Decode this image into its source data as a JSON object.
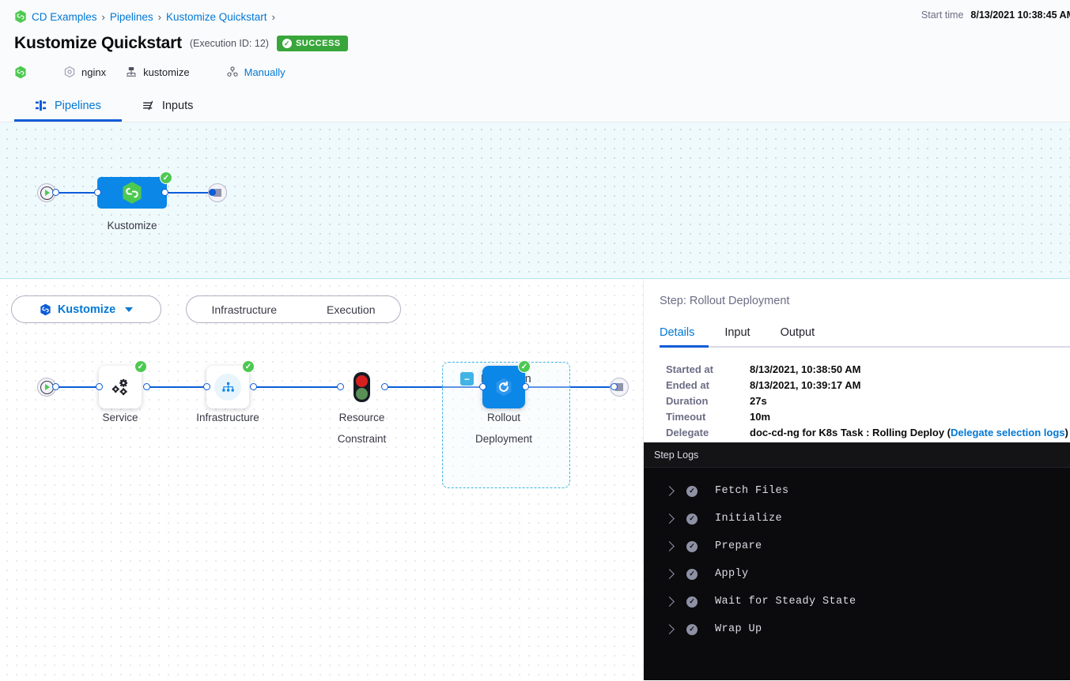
{
  "header": {
    "breadcrumb": {
      "logo_icon": "harness-hex-logo-icon",
      "items": [
        {
          "label": "CD Examples"
        },
        {
          "label": "Pipelines"
        },
        {
          "label": "Kustomize Quickstart"
        }
      ],
      "separator": "›"
    },
    "title": "Kustomize Quickstart",
    "execution_id": "(Execution ID: 12)",
    "status": {
      "label": "SUCCESS",
      "icon": "check-circle-icon",
      "color": "#38a63a",
      "check_glyph": "✓"
    },
    "meta": [
      {
        "icon": "harness-hex-logo-icon",
        "label": "",
        "link": false
      },
      {
        "icon": "service-hex-icon",
        "label": "nginx",
        "link": false
      },
      {
        "icon": "kustomize-icon",
        "label": "kustomize",
        "link": false
      },
      {
        "icon": "trigger-manually-icon",
        "label": "Manually",
        "link": true
      }
    ],
    "start_time": {
      "label": "Start time",
      "value": "8/13/2021 10:38:45 AM"
    },
    "tabs": [
      {
        "label": "Pipelines",
        "icon": "pipeline-icon",
        "active": true
      },
      {
        "label": "Inputs",
        "icon": "inputs-icon",
        "active": false
      }
    ]
  },
  "pipeline_graph": {
    "start_icon": "play-circle-icon",
    "end_icon": "stop-square-icon",
    "stage": {
      "label": "Kustomize",
      "icon": "kustomize-stage-icon",
      "status_icon": "check-circle-icon"
    }
  },
  "stage_bar": {
    "stage_selector": {
      "label": "Kustomize",
      "icon": "kustomize-stage-icon",
      "caret": "chevron-down-icon"
    },
    "toggle": [
      {
        "label": "Infrastructure",
        "active": false
      },
      {
        "label": "Execution",
        "active": true
      }
    ]
  },
  "stage_graph": {
    "start_icon": "play-circle-icon",
    "end_icon": "stop-square-icon",
    "nodes": [
      {
        "name": "service",
        "label": "Service",
        "icon": "service-gears-icon",
        "status": "success"
      },
      {
        "name": "infrastructure",
        "label": "Infrastructure",
        "icon": "infrastructure-tree-icon",
        "status": "success"
      },
      {
        "name": "resource-constraint",
        "label": "Resource\nConstraint",
        "label_line1": "Resource",
        "label_line2": "Constraint",
        "icon": "traffic-light-icon",
        "status": "none"
      },
      {
        "name": "rollout-deployment",
        "label_line1": "Rollout",
        "label_line2": "Deployment",
        "icon": "rollout-refresh-icon",
        "status": "success"
      }
    ],
    "group": {
      "label": "Execution",
      "collapse_glyph": "−"
    }
  },
  "panel": {
    "title": "Step: Rollout Deployment",
    "tabs": [
      {
        "label": "Details",
        "active": true
      },
      {
        "label": "Input",
        "active": false
      },
      {
        "label": "Output",
        "active": false
      }
    ],
    "details": [
      {
        "key": "Started at",
        "value": "8/13/2021, 10:38:50 AM"
      },
      {
        "key": "Ended at",
        "value": "8/13/2021, 10:39:17 AM"
      },
      {
        "key": "Duration",
        "value": "27s"
      },
      {
        "key": "Timeout",
        "value": "10m"
      }
    ],
    "delegate": {
      "key": "Delegate",
      "prefix": "doc-cd-ng for K8s Task : Rolling Deploy (",
      "link": "Delegate selection logs",
      "suffix": ")"
    },
    "logs": {
      "title": "Step Logs",
      "rows": [
        {
          "label": "Fetch Files",
          "status": "success"
        },
        {
          "label": "Initialize",
          "status": "success"
        },
        {
          "label": "Prepare",
          "status": "success"
        },
        {
          "label": "Apply",
          "status": "success"
        },
        {
          "label": "Wait for Steady State",
          "status": "success"
        },
        {
          "label": "Wrap Up",
          "status": "success"
        }
      ],
      "chevron_icon": "chevron-right-icon",
      "status_icon": "check-circle-icon",
      "check_glyph": "✓"
    }
  }
}
